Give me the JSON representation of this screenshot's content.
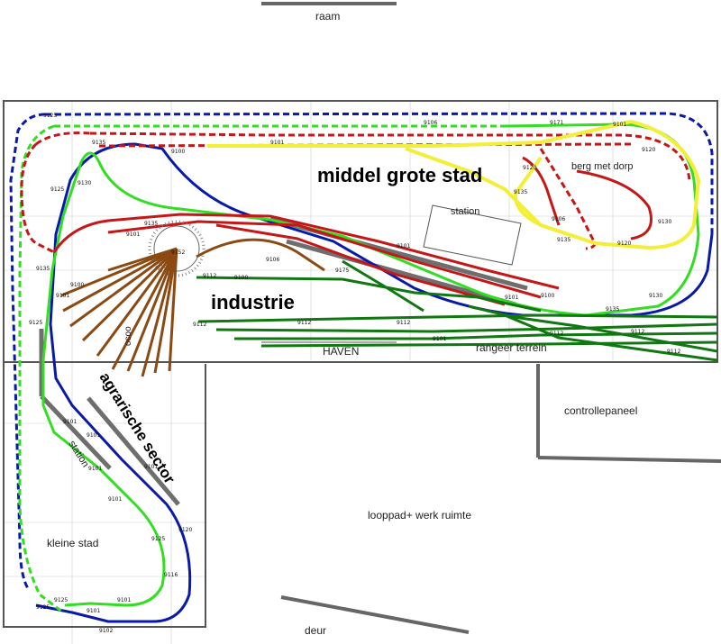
{
  "labels": {
    "raam": "raam",
    "middel_grote_stad": "middel grote stad",
    "station_top": "station",
    "berg_met_dorp": "berg met dorp",
    "industrie": "industrie",
    "haven": "HAVEN",
    "rangeer_terrein": "rangeer terrein",
    "controllepaneel": "controllepaneel",
    "agrarische_sector": "agrarische sector",
    "station_left": "station",
    "kleine_stad": "kleine stad",
    "looppad": "looppad+ werk ruimte",
    "deur": "deur",
    "ocoo": "ocoo"
  },
  "track_codes": [
    "9125",
    "9135",
    "9130",
    "9101",
    "9100",
    "9106",
    "9112",
    "9120",
    "9171",
    "9175",
    "9152",
    "9102",
    "9116",
    "9108"
  ],
  "colors": {
    "blue": "#0a1aa8",
    "green": "#33dd22",
    "red": "#c41818",
    "yellow": "#f2ee3a",
    "darkgreen": "#117711",
    "brown": "#8a4a12",
    "grey": "#6e6e6e",
    "wall": "#666666"
  }
}
